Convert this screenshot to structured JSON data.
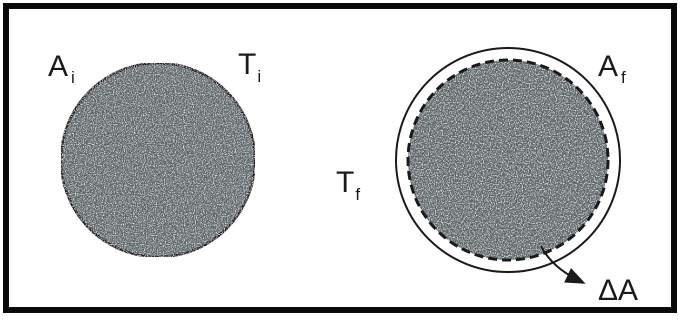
{
  "figure": {
    "initial": {
      "area_label": "A",
      "area_subscript": "i",
      "temp_label": "T",
      "temp_subscript": "i"
    },
    "final": {
      "area_label": "A",
      "area_subscript": "f",
      "temp_label": "T",
      "temp_subscript": "f",
      "delta_label": "ΔA"
    },
    "colors": {
      "frame": "#0a0a0a",
      "disk_base": "#5d6366",
      "outline": "#1a1a1a",
      "background": "#ffffff"
    }
  }
}
